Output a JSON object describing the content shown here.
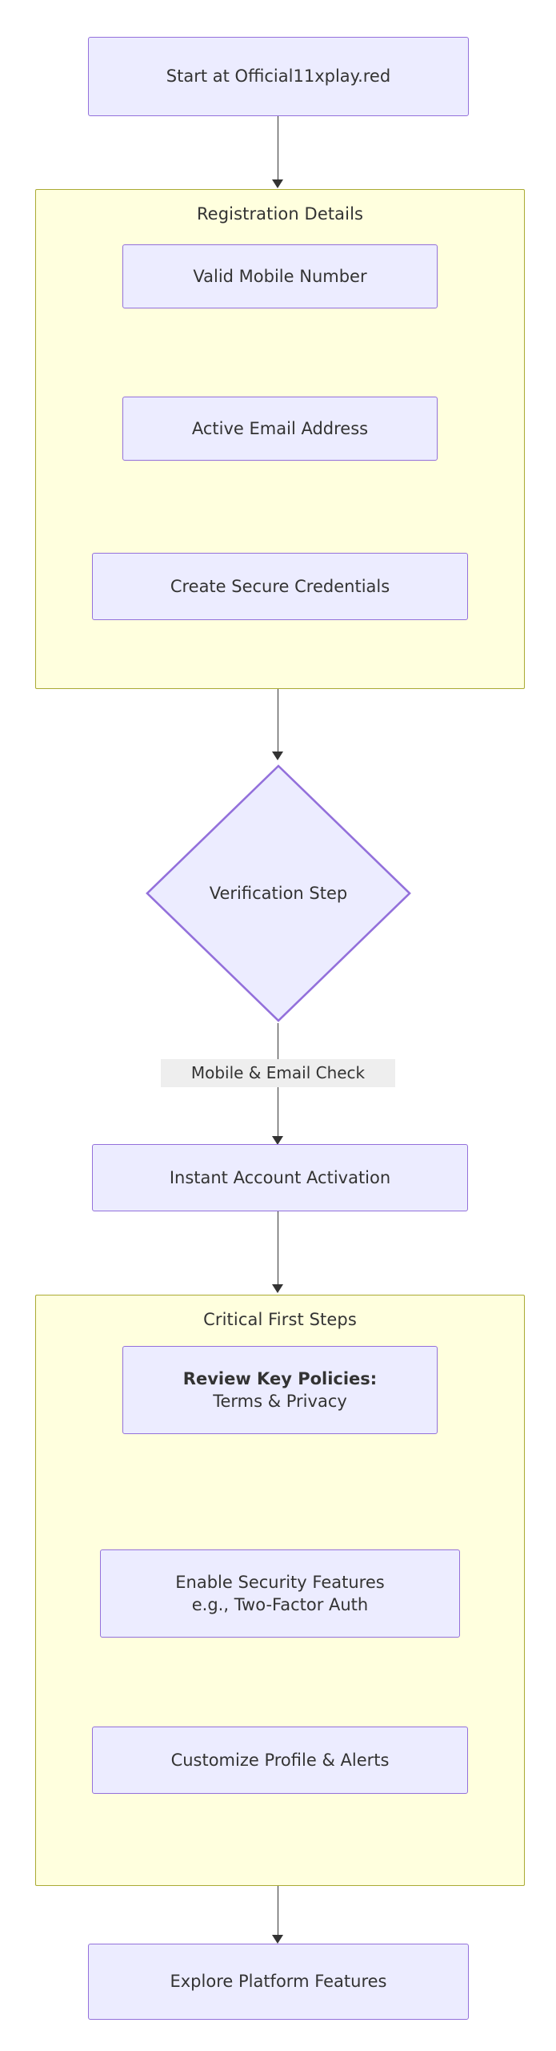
{
  "diagram": {
    "type": "flowchart",
    "direction": "top-down",
    "title": "",
    "theme": {
      "node_fill": "#ececff",
      "node_stroke": "#9370db",
      "subgraph_fill": "#ffffde",
      "subgraph_stroke": "#aaaa33",
      "edge_stroke": "#333333",
      "text_color": "#333333",
      "edge_label_bg": "#eeeeee"
    }
  },
  "nodes": {
    "start": {
      "label": "Start at Official11xplay.red",
      "shape": "rect"
    },
    "mobile": {
      "label": "Valid Mobile Number",
      "shape": "rect"
    },
    "email": {
      "label": "Active Email Address",
      "shape": "rect"
    },
    "credentials": {
      "label": "Create Secure Credentials",
      "shape": "rect"
    },
    "verification": {
      "label": "Verification Step",
      "shape": "diamond"
    },
    "activation": {
      "label": "Instant Account Activation",
      "shape": "rect"
    },
    "policies": {
      "line1": "Review Key Policies:",
      "line2": "Terms & Privacy",
      "shape": "rect"
    },
    "security": {
      "line1": "Enable Security Features",
      "line2": "e.g., Two-Factor Auth",
      "shape": "rect"
    },
    "customize": {
      "label": "Customize Profile & Alerts",
      "shape": "rect"
    },
    "explore": {
      "label": "Explore Platform Features",
      "shape": "rect"
    }
  },
  "subgraphs": {
    "registration": {
      "title": "Registration Details"
    },
    "critical": {
      "title": "Critical First Steps"
    }
  },
  "edges": [
    {
      "from": "start",
      "to": "registration",
      "label": ""
    },
    {
      "from": "registration",
      "to": "verification",
      "label": ""
    },
    {
      "from": "verification",
      "to": "activation",
      "label": "Mobile & Email Check"
    },
    {
      "from": "activation",
      "to": "critical",
      "label": ""
    },
    {
      "from": "critical",
      "to": "explore",
      "label": ""
    }
  ],
  "edge_labels": {
    "verification_to_activation": "Mobile & Email Check"
  }
}
